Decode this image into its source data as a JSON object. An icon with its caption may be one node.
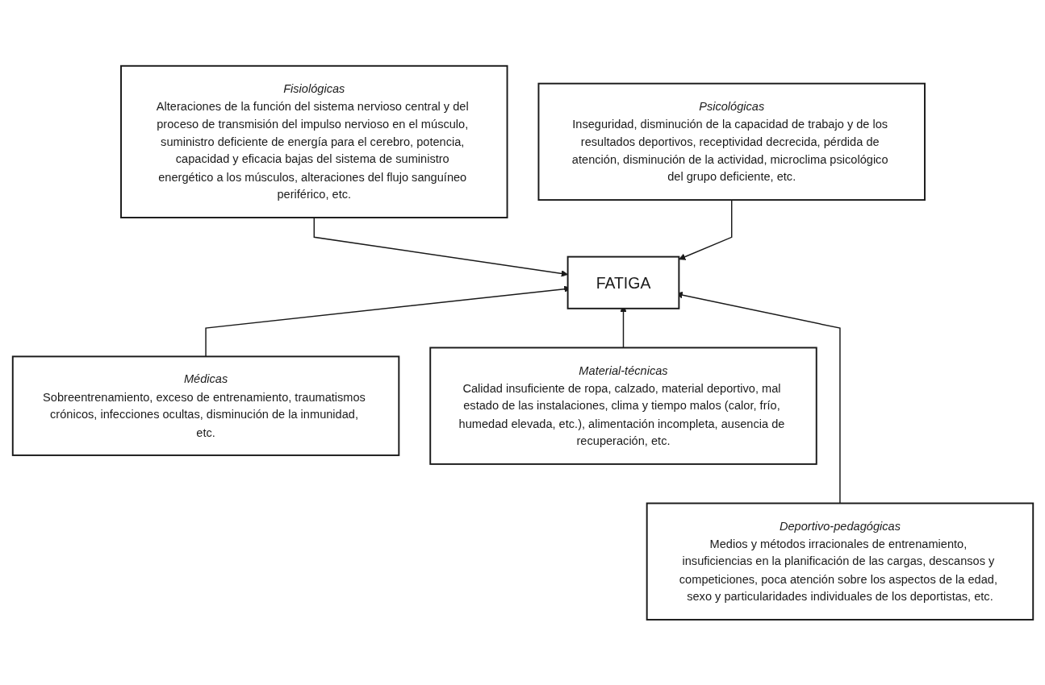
{
  "diagram": {
    "nodes": [
      {
        "text": [
          "Fisiológicas",
          "Alteraciones de la función del sistema nervioso central y del proceso de transmisión del impulso nervioso en el músculo, suministro deficiente de energía para el cerebro, potencia, capacidad y eficacia bajas del sistema de suministro energético a los músculos, alteraciones del flujo sanguíneo periférico, etc."
        ]
      },
      {
        "text": [
          "Psicológicas",
          "Inseguridad, disminución de la capacidad de trabajo y de los resultados deportivos, receptividad decrecida, pérdida de atención, disminución de la actividad, microclima psicológico del grupo deficiente, etc."
        ]
      },
      {
        "text": [
          "FATIGA"
        ]
      },
      {
        "text": [
          "Médicas",
          "Sobreentrenamiento, exceso de entrenamiento, traumatismos crónicos, infecciones ocultas, disminución de la inmunidad, etc."
        ]
      },
      {
        "text": [
          "Material-técnicas",
          "Calidad insuficiente de ropa, calzado, material deportivo, mal estado de las instalaciones, clima y tiempo malos (calor, frío, humedad elevada, etc.), alimentación incompleta, ausencia de recuperación, etc."
        ]
      },
      {
        "text": [
          "Deportivo-pedagógicas",
          "Medios y métodos irracionales de entrenamiento, insuficiencias en la planificación de las cargas, descansos y competiciones, poca atención sobre los aspectos de la edad, sexo y particularidades individuales de los deportistas, etc."
        ]
      }
    ],
    "edges": [
      {
        "from": 0,
        "to": 2,
        "arrow": "to"
      },
      {
        "from": 1,
        "to": 2,
        "arrow": "to"
      },
      {
        "from": 3,
        "to": 2,
        "arrow": "to"
      },
      {
        "from": 4,
        "to": 2,
        "arrow": "to"
      },
      {
        "from": 5,
        "to": 2,
        "arrow": "to"
      }
    ]
  }
}
